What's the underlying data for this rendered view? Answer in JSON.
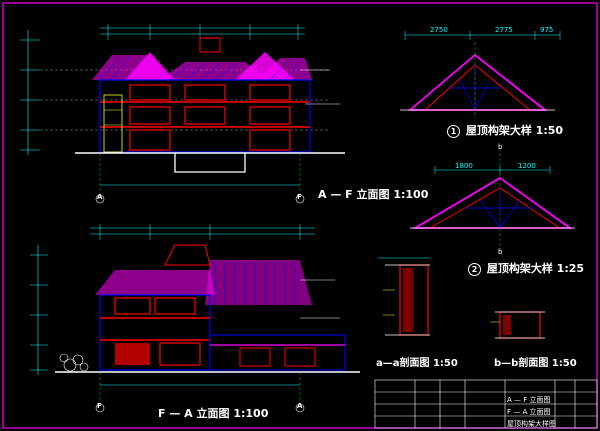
{
  "sheet": {
    "colors": {
      "background": "#000000",
      "frame": "#ff00ff",
      "wall": "#ff0000",
      "roof": "#ff00ff",
      "outline": "#0000ff",
      "dims": "#00ffff",
      "axis": "#00ff00",
      "text": "#ffffff",
      "note": "#ffff00"
    }
  },
  "views": {
    "elev_af": {
      "title": "A — F 立面图 1:100",
      "axis_left": "A",
      "axis_right": "F"
    },
    "elev_fa": {
      "title": "F — A 立面图 1:100",
      "axis_left": "F",
      "axis_right": "A"
    },
    "detail1": {
      "num": "1",
      "title": "屋顶构架大样 1:50",
      "dims": [
        "2750",
        "2775",
        "975"
      ]
    },
    "detail2": {
      "num": "2",
      "title": "屋顶构架大样 1:25",
      "dims": [
        "1800",
        "1200"
      ],
      "cut_mark": "b"
    },
    "section_aa": {
      "title": "a—a剖面图 1:50"
    },
    "section_bb": {
      "title": "b—b剖面图 1:50"
    }
  },
  "title_block": {
    "row1": "A — F 立面图",
    "row2": "F — A 立面图",
    "row3": "屋顶构架大样图"
  }
}
